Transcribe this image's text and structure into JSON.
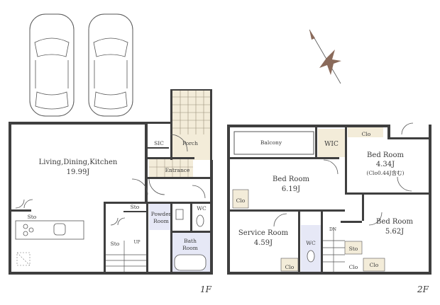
{
  "floor1": {
    "label": "1F",
    "ldk": {
      "name": "Living,Dining,Kitchen",
      "size": "19.99J"
    },
    "sic": "SIC",
    "porch": "Porch",
    "entrance": "Entrance",
    "powder_room": {
      "line1": "Powder",
      "line2": "Room"
    },
    "wc": "WC",
    "bath_room": {
      "line1": "Bath",
      "line2": "Room"
    },
    "sto_kitchen": "Sto",
    "sto_stair": "Sto",
    "sto_hall": "Sto",
    "up": "UP"
  },
  "floor2": {
    "label": "2F",
    "balcony": "Balcony",
    "wic": "WIC",
    "clo_top": "Clo",
    "bed_room_main": {
      "name": "Bed Room",
      "size": "6.19J"
    },
    "bed_room_ne": {
      "name": "Bed Room",
      "size": "4.34J",
      "note": "(Clo0.44J含む)"
    },
    "bed_room_se": {
      "name": "Bed Room",
      "size": "5.62J"
    },
    "service_room": {
      "name": "Service Room",
      "size": "4.59J"
    },
    "wc": "WC",
    "clo_left": "Clo",
    "clo_service": "Clo",
    "clo_hall": "Clo",
    "clo_se": "Clo",
    "sto": "Sto",
    "dn": "DN"
  },
  "colors": {
    "wall": "#3f3f3f",
    "tile": "#f3ecd9",
    "wet": "#e6e8f6",
    "accent": "#8a6a5a"
  }
}
